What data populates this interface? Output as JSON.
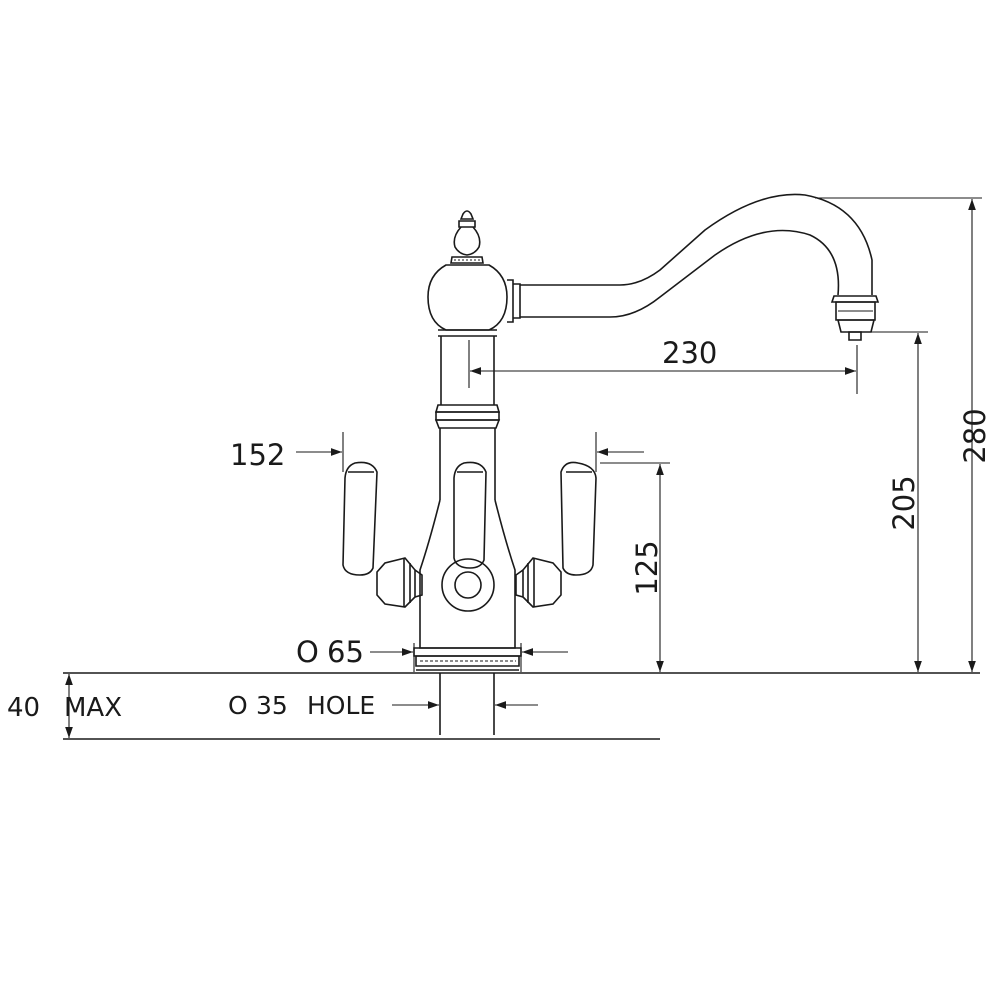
{
  "dimensions": {
    "spout_reach": "230",
    "handle_offset": "152",
    "overall_height": "280",
    "spout_height": "205",
    "handle_height": "125",
    "base_diameter": "65",
    "hole_diameter": "35",
    "hole_label": "HOLE",
    "deck_thickness": "40",
    "deck_label": "MAX",
    "diameter_symbol": "O"
  }
}
